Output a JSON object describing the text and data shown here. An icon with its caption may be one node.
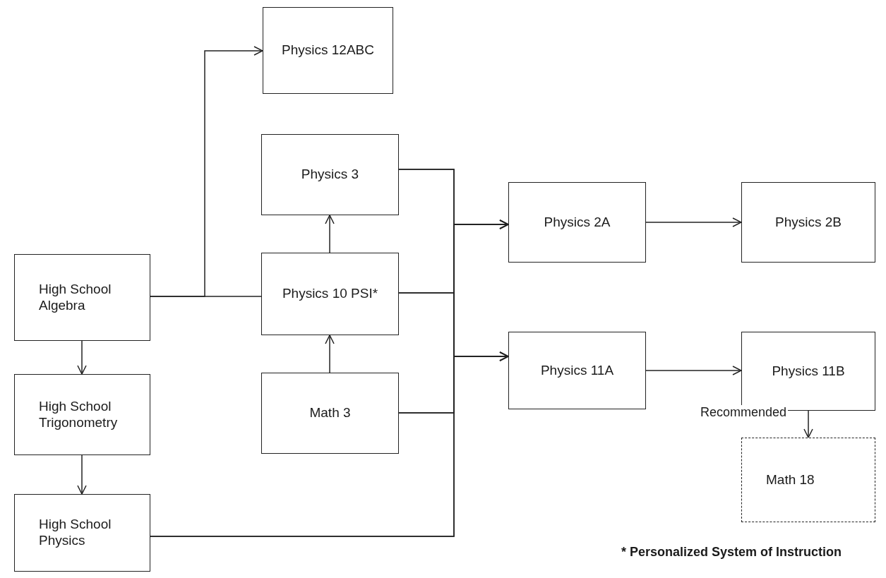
{
  "diagram": {
    "nodes": [
      {
        "text": [
          "Physics 12ABC"
        ]
      },
      {
        "text": [
          "Physics 3"
        ]
      },
      {
        "text": [
          "High School Algebra"
        ]
      },
      {
        "text": [
          "Physics 10 PSI*"
        ]
      },
      {
        "text": [
          "Physics 2A"
        ]
      },
      {
        "text": [
          "Physics 2B"
        ]
      },
      {
        "text": [
          "Physics 11A"
        ]
      },
      {
        "text": [
          "Physics 11B"
        ]
      },
      {
        "text": [
          "Math 3"
        ]
      },
      {
        "text": [
          "High School Trigonometry"
        ]
      },
      {
        "text": [
          "Math 18"
        ]
      },
      {
        "text": [
          "High School Physics"
        ]
      }
    ],
    "edges": [
      {
        "from": 2,
        "to": 0,
        "arrow": "to"
      },
      {
        "from": 2,
        "to": 3,
        "arrow": "none"
      },
      {
        "from": 3,
        "to": 1,
        "arrow": "to"
      },
      {
        "from": 8,
        "to": 3,
        "arrow": "to"
      },
      {
        "from": 1,
        "to": 4,
        "arrow": "to"
      },
      {
        "from": 1,
        "to": 6,
        "arrow": "to"
      },
      {
        "from": 3,
        "to": 4,
        "arrow": "to"
      },
      {
        "from": 3,
        "to": 6,
        "arrow": "to"
      },
      {
        "from": 8,
        "to": 4,
        "arrow": "to"
      },
      {
        "from": 8,
        "to": 6,
        "arrow": "to"
      },
      {
        "from": 11,
        "to": 4,
        "arrow": "to"
      },
      {
        "from": 11,
        "to": 6,
        "arrow": "to"
      },
      {
        "from": 2,
        "to": 9,
        "arrow": "to"
      },
      {
        "from": 9,
        "to": 11,
        "arrow": "to"
      },
      {
        "from": 4,
        "to": 5,
        "arrow": "to"
      },
      {
        "from": 6,
        "to": 7,
        "arrow": "to"
      },
      {
        "from": 7,
        "to": 10,
        "arrow": "to",
        "label": "Recommended"
      }
    ],
    "labels": [
      "* Personalized System of Instruction"
    ]
  }
}
